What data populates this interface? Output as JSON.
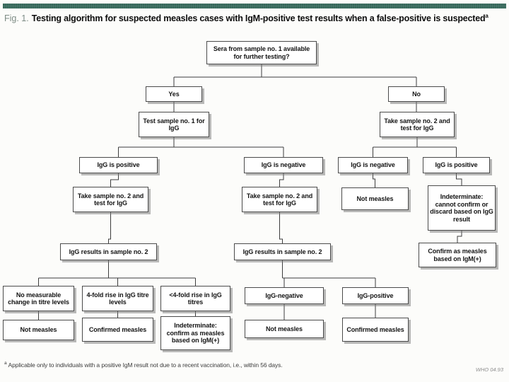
{
  "header": {
    "bar_color": "#3a6a5c",
    "fig_label": "Fig. 1.",
    "title": "Testing algorithm for suspected measles cases with IgM-positive test results when a false-positive is suspected",
    "superscript": "a"
  },
  "footnote": {
    "superscript": "a",
    "text": "Applicable only to individuals with a positive IgM result not due to a recent vaccination, i.e., within 56 days."
  },
  "watermark": "WHO 04.93",
  "flowchart": {
    "boxes": [
      {
        "id": "root",
        "label": "Sera from sample no. 1 available for further testing?"
      },
      {
        "id": "yes",
        "label": "Yes"
      },
      {
        "id": "no",
        "label": "No"
      },
      {
        "id": "test-sample1-igg",
        "label": "Test sample no. 1 for IgG"
      },
      {
        "id": "take-sample2-right",
        "label": "Take sample no. 2 and test for IgG"
      },
      {
        "id": "igg-positive-left",
        "label": "IgG is positive"
      },
      {
        "id": "igg-negative-mid",
        "label": "IgG is negative"
      },
      {
        "id": "igg-negative-right",
        "label": "IgG is negative"
      },
      {
        "id": "igg-positive-right",
        "label": "IgG is positive"
      },
      {
        "id": "take-sample2-left",
        "label": "Take sample no. 2 and test for IgG"
      },
      {
        "id": "take-sample2-mid",
        "label": "Take sample no. 2 and test for IgG"
      },
      {
        "id": "not-measles-right",
        "label": "Not measles"
      },
      {
        "id": "indeterminate-right",
        "label": "Indeterminate: cannot confirm or discard based on IgG result"
      },
      {
        "id": "igg-results-left",
        "label": "IgG results in sample no. 2"
      },
      {
        "id": "igg-results-mid",
        "label": "IgG results in sample no. 2"
      },
      {
        "id": "confirm-igm-right",
        "label": "Confirm as measles based on IgM(+)"
      },
      {
        "id": "no-change-titre",
        "label": "No measurable change in titre levels"
      },
      {
        "id": "fourfold-rise",
        "label": "4-fold rise in IgG titre levels"
      },
      {
        "id": "less-fourfold-rise",
        "label": "<4-fold rise in IgG titres"
      },
      {
        "id": "igg-negative-s2",
        "label": "IgG-negative"
      },
      {
        "id": "igg-positive-s2",
        "label": "IgG-positive"
      },
      {
        "id": "not-measles-a",
        "label": "Not measles"
      },
      {
        "id": "confirmed-measles-a",
        "label": "Confirmed measles"
      },
      {
        "id": "indeterminate-igm",
        "label": "Indeterminate: confirm as measles based on IgM(+)"
      },
      {
        "id": "not-measles-b",
        "label": "Not measles"
      },
      {
        "id": "confirmed-measles-b",
        "label": "Confirmed measles"
      }
    ],
    "edges": [
      {
        "from": "root",
        "to": "yes"
      },
      {
        "from": "root",
        "to": "no"
      },
      {
        "from": "yes",
        "to": "test-sample1-igg"
      },
      {
        "from": "no",
        "to": "take-sample2-right"
      },
      {
        "from": "test-sample1-igg",
        "to": "igg-positive-left"
      },
      {
        "from": "test-sample1-igg",
        "to": "igg-negative-mid"
      },
      {
        "from": "take-sample2-right",
        "to": "igg-negative-right"
      },
      {
        "from": "take-sample2-right",
        "to": "igg-positive-right"
      },
      {
        "from": "igg-positive-left",
        "to": "take-sample2-left"
      },
      {
        "from": "igg-negative-mid",
        "to": "take-sample2-mid"
      },
      {
        "from": "igg-negative-right",
        "to": "not-measles-right"
      },
      {
        "from": "igg-positive-right",
        "to": "indeterminate-right"
      },
      {
        "from": "take-sample2-left",
        "to": "igg-results-left"
      },
      {
        "from": "take-sample2-mid",
        "to": "igg-results-mid"
      },
      {
        "from": "indeterminate-right",
        "to": "confirm-igm-right"
      },
      {
        "from": "igg-results-left",
        "to": "no-change-titre"
      },
      {
        "from": "igg-results-left",
        "to": "fourfold-rise"
      },
      {
        "from": "igg-results-left",
        "to": "less-fourfold-rise"
      },
      {
        "from": "igg-results-mid",
        "to": "igg-negative-s2"
      },
      {
        "from": "igg-results-mid",
        "to": "igg-positive-s2"
      },
      {
        "from": "no-change-titre",
        "to": "not-measles-a"
      },
      {
        "from": "fourfold-rise",
        "to": "confirmed-measles-a"
      },
      {
        "from": "less-fourfold-rise",
        "to": "indeterminate-igm"
      },
      {
        "from": "igg-negative-s2",
        "to": "not-measles-b"
      },
      {
        "from": "igg-positive-s2",
        "to": "confirmed-measles-b"
      }
    ]
  }
}
